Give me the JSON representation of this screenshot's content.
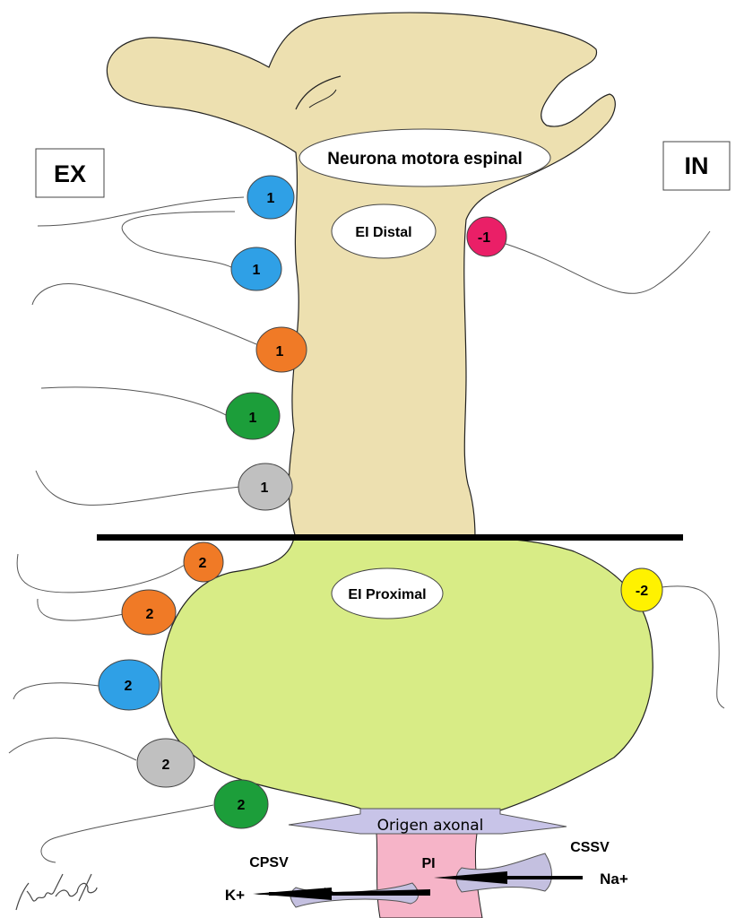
{
  "colors": {
    "soma_upper": "#ede0b0",
    "soma_lower": "#d8ec86",
    "axon": "#f6b4c8",
    "funnel": "#c8c4e8",
    "channel": "#c4c0e0",
    "blue": "#2fa0e6",
    "orange": "#f07a26",
    "green": "#1c9e3a",
    "gray": "#c0c0c0",
    "red": "#ea1f67",
    "yellow": "#fff200"
  },
  "labels": {
    "ex": "EX",
    "in": "IN",
    "neuron": "Neurona motora espinal",
    "distal": "EI Distal",
    "proximal": "EI Proximal",
    "axon_origin": "Origen axonal",
    "cpsv": "CPSV",
    "cssv": "CSSV",
    "pi": "PI",
    "k": "K+",
    "na": "Na+",
    "signature": "fwr/26"
  },
  "synapses": [
    {
      "id": "syn-1-blue-top",
      "label": "1",
      "color": "blue"
    },
    {
      "id": "syn-1-blue-2",
      "label": "1",
      "color": "blue"
    },
    {
      "id": "syn-1-orange",
      "label": "1",
      "color": "orange"
    },
    {
      "id": "syn-1-green",
      "label": "1",
      "color": "green"
    },
    {
      "id": "syn-1-gray",
      "label": "1",
      "color": "gray"
    },
    {
      "id": "syn-minus1-red",
      "label": "-1",
      "color": "red"
    },
    {
      "id": "syn-2-orange-1",
      "label": "2",
      "color": "orange"
    },
    {
      "id": "syn-2-orange-2",
      "label": "2",
      "color": "orange"
    },
    {
      "id": "syn-2-blue",
      "label": "2",
      "color": "blue"
    },
    {
      "id": "syn-2-gray",
      "label": "2",
      "color": "gray"
    },
    {
      "id": "syn-2-green",
      "label": "2",
      "color": "green"
    },
    {
      "id": "syn-minus2-yellow",
      "label": "-2",
      "color": "yellow"
    }
  ]
}
